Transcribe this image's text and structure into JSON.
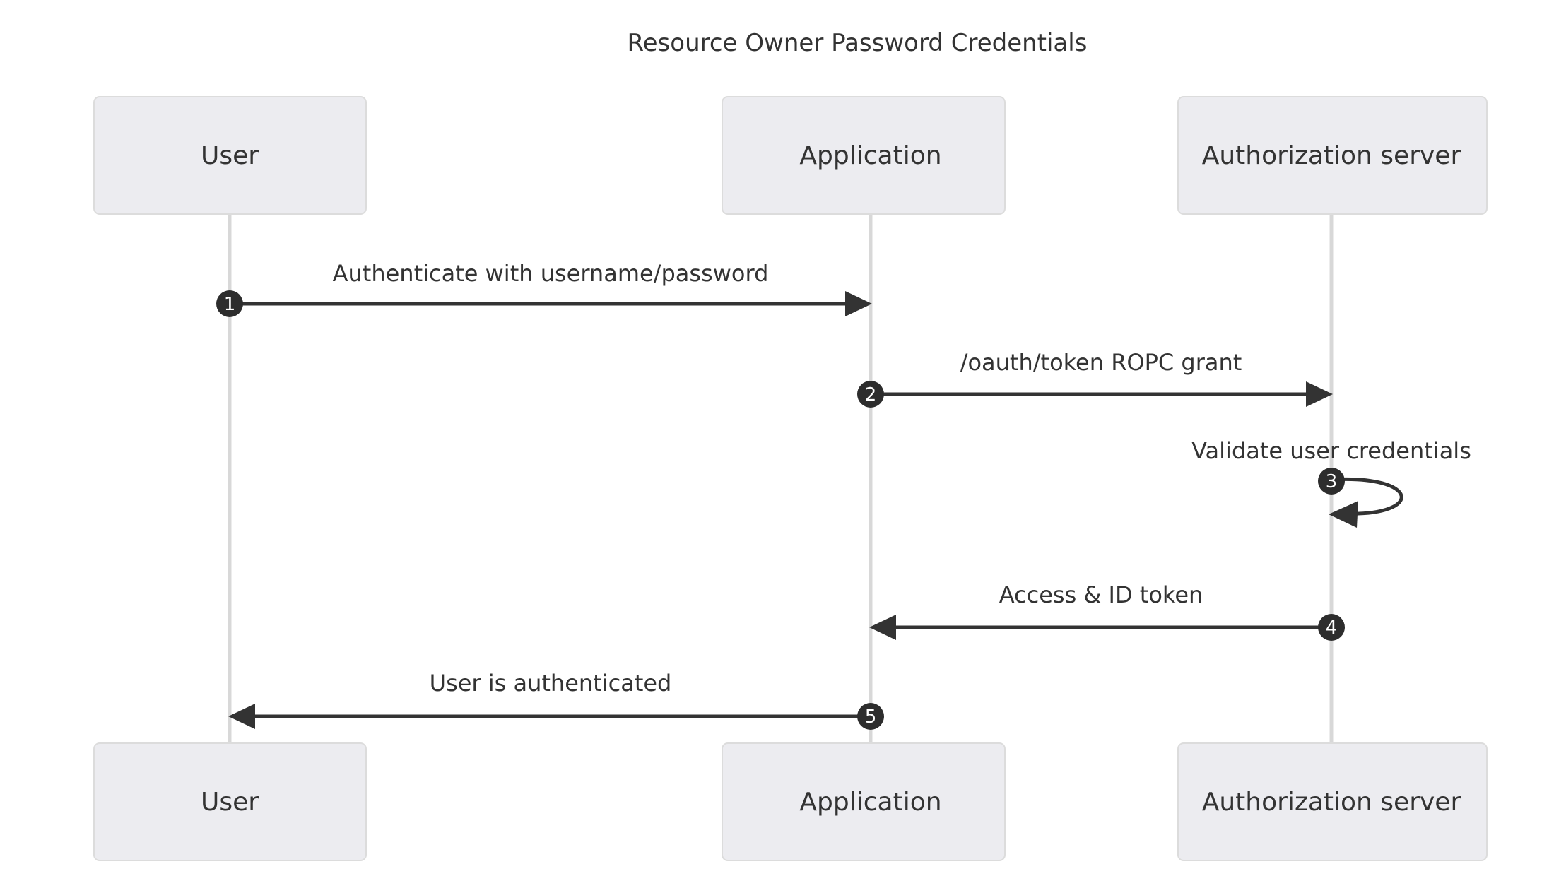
{
  "diagram": {
    "title": "Resource Owner Password Credentials",
    "type": "sequence-diagram",
    "background_color": "#ffffff",
    "actor_fill_color": "#ECECF0",
    "actor_border_color": "#DCDCDC",
    "lifeline_color": "#D8D8D8",
    "message_color": "#333333",
    "badge_color": "#2D2D2D",
    "badge_text_color": "#FFFFFF"
  },
  "actors": [
    {
      "id": "user",
      "label": "User"
    },
    {
      "id": "application",
      "label": "Application"
    },
    {
      "id": "authserver",
      "label": "Authorization server"
    }
  ],
  "messages": [
    {
      "number": "1",
      "label": "Authenticate with username/password",
      "from": "user",
      "to": "application",
      "direction": "right",
      "kind": "arrow"
    },
    {
      "number": "2",
      "label": "/oauth/token ROPC grant",
      "from": "application",
      "to": "authserver",
      "direction": "right",
      "kind": "arrow"
    },
    {
      "number": "3",
      "label": "Validate user credentials",
      "from": "authserver",
      "to": "authserver",
      "direction": "self",
      "kind": "self-loop"
    },
    {
      "number": "4",
      "label": "Access & ID token",
      "from": "authserver",
      "to": "application",
      "direction": "left",
      "kind": "arrow"
    },
    {
      "number": "5",
      "label": "User is authenticated",
      "from": "application",
      "to": "user",
      "direction": "left",
      "kind": "arrow"
    }
  ]
}
